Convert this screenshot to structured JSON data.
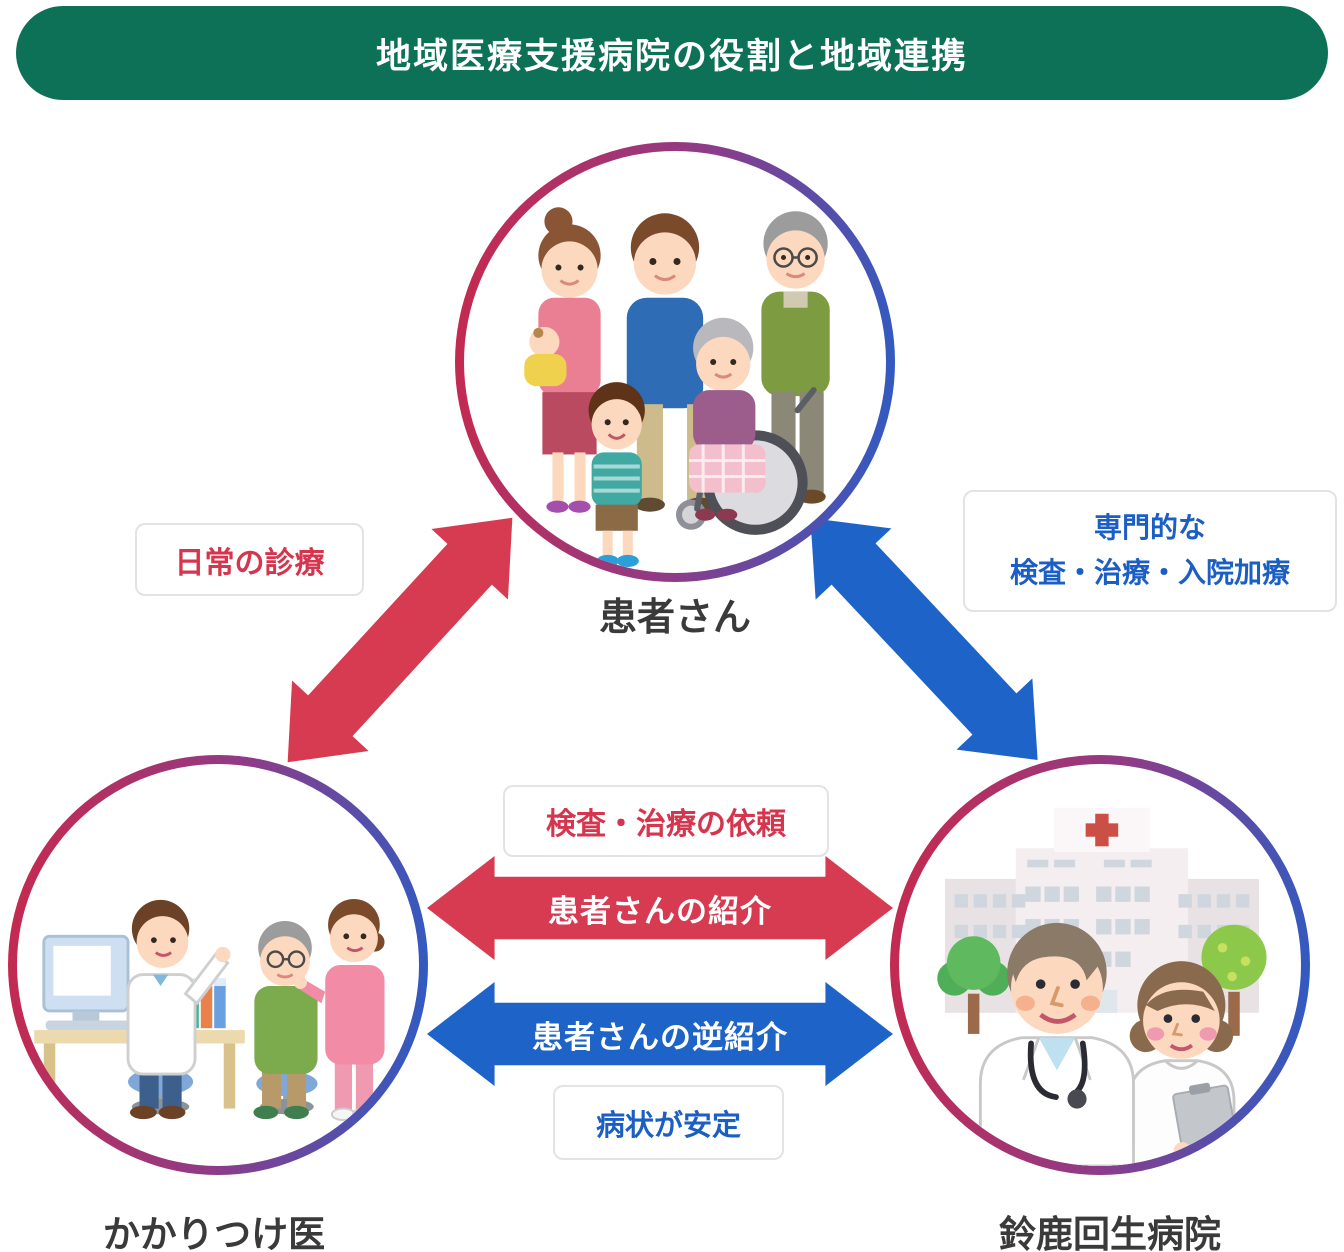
{
  "header": {
    "title": "地域医療支援病院の役割と地域連携"
  },
  "nodes": {
    "patient": {
      "label": "患者さん"
    },
    "family_doctor": {
      "label": "かかりつけ医"
    },
    "hospital": {
      "label": "鈴鹿回生病院"
    }
  },
  "relations": {
    "daily_care": {
      "label": "日常の診療"
    },
    "specialized_care": {
      "line1": "専門的な",
      "line2": "検査・治療・入院加療"
    },
    "referral": {
      "arrow_label": "患者さんの紹介",
      "note": "検査・治療の依頼"
    },
    "reverse_referral": {
      "arrow_label": "患者さんの逆紹介",
      "note": "病状が安定"
    }
  },
  "icons": {
    "patient_circle": "family-illustration",
    "family_doctor_circle": "clinic-consultation-illustration",
    "hospital_circle": "hospital-staff-illustration"
  },
  "colors": {
    "header_green": "#0d7157",
    "red": "#d63b51",
    "blue": "#1e63c8",
    "ring_gradient": [
      "#c8294b",
      "#8f3b87",
      "#2a5dc6"
    ],
    "text_dark": "#3a3a3a"
  }
}
